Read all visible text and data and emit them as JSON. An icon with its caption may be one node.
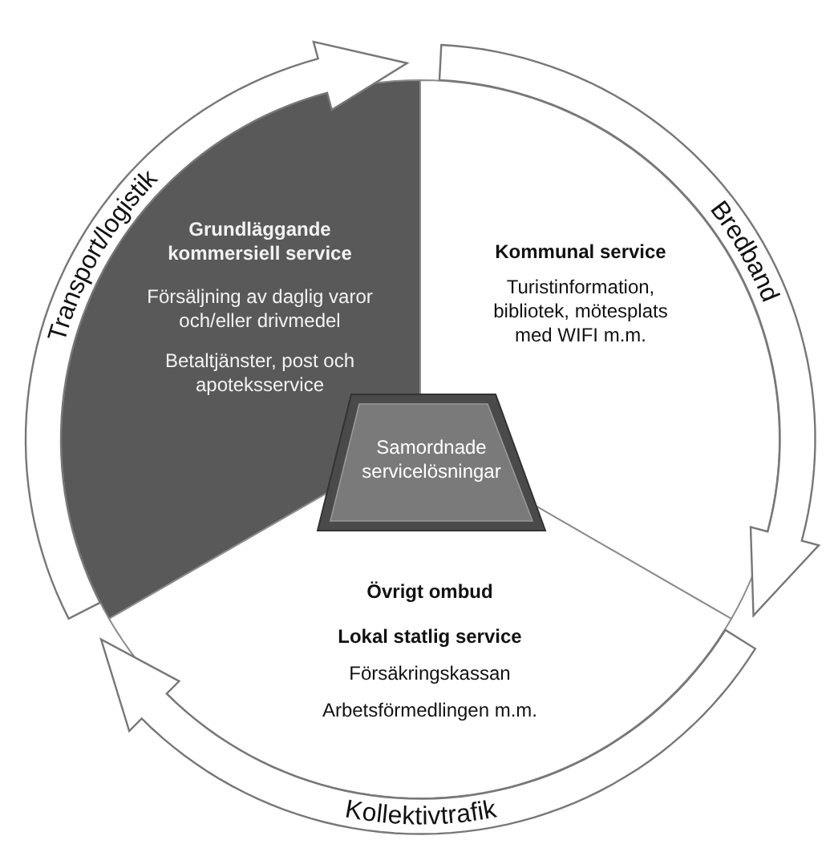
{
  "diagram": {
    "nodes": [
      {
        "text": [
          "Grundläggande kommersiell service",
          "Försäljning av daglig varor och/eller drivmedel",
          "Betaltjänster, post och apoteksservice"
        ]
      },
      {
        "text": [
          "Kommunal service",
          "Turistinformation, bibliotek, mötesplats med WIFI m.m."
        ]
      },
      {
        "text": [
          "Övrigt ombud",
          "Lokal statlig service",
          "Försäkringskassan",
          "Arbetsförmedlingen m.m."
        ]
      },
      {
        "text": [
          "Samordnade servicelösningar"
        ]
      },
      {
        "text": [
          "Transport/logistik"
        ]
      },
      {
        "text": [
          "Bredband"
        ]
      },
      {
        "text": [
          "Kollektivtrafik"
        ]
      }
    ]
  }
}
